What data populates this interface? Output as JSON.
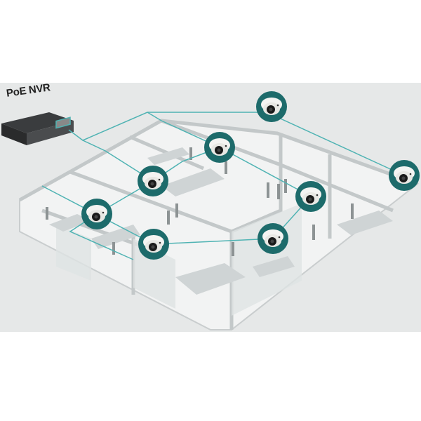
{
  "nvr": {
    "label": "PoE NVR"
  },
  "colors": {
    "camera_ring": "#1d6b6b",
    "cable": "#4fb3b3",
    "backdrop": "#e6e8e8",
    "floor": "#f0f1f1",
    "wall": "#c9cdce"
  },
  "cameras": [
    {
      "id": "cam-1",
      "icon": "dome-camera-icon"
    },
    {
      "id": "cam-2",
      "icon": "dome-camera-icon"
    },
    {
      "id": "cam-3",
      "icon": "dome-camera-icon"
    },
    {
      "id": "cam-4",
      "icon": "dome-camera-icon"
    },
    {
      "id": "cam-5",
      "icon": "dome-camera-icon"
    },
    {
      "id": "cam-6",
      "icon": "dome-camera-icon"
    },
    {
      "id": "cam-7",
      "icon": "dome-camera-icon"
    },
    {
      "id": "cam-8",
      "icon": "dome-camera-icon"
    }
  ]
}
